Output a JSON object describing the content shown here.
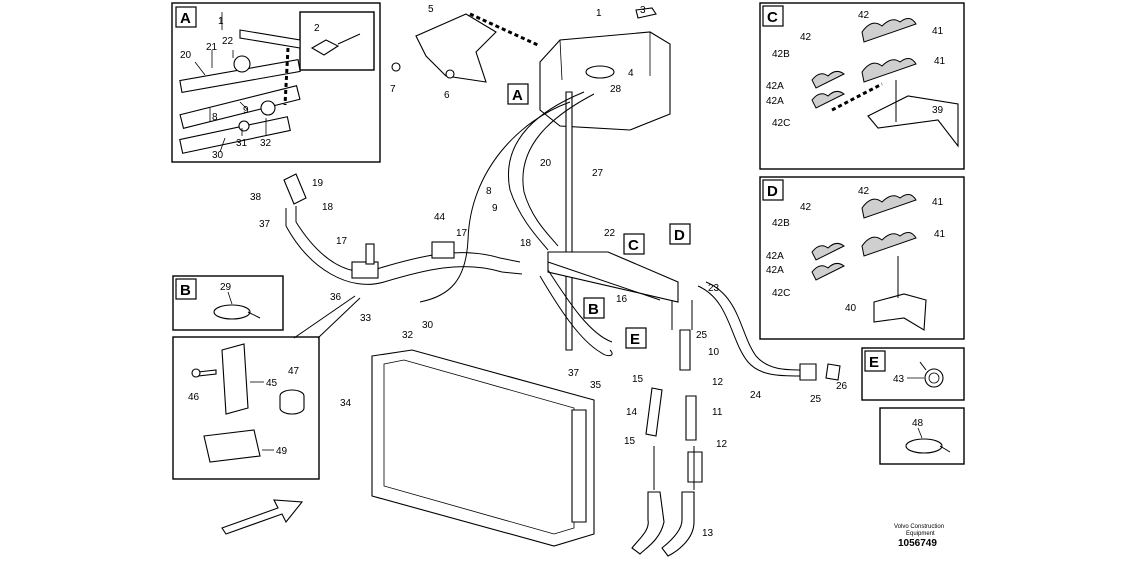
{
  "panels": {
    "A": {
      "tag": "A",
      "labels": [
        "1",
        "2",
        "20",
        "21",
        "22",
        "9",
        "8",
        "30",
        "31",
        "32"
      ]
    },
    "B": {
      "tag": "B",
      "labels": [
        "29"
      ]
    },
    "C": {
      "tag": "C",
      "labels": [
        "42",
        "41",
        "42",
        "42B",
        "41",
        "42A",
        "42A",
        "39",
        "42C"
      ]
    },
    "D": {
      "tag": "D",
      "labels": [
        "42",
        "41",
        "42",
        "42B",
        "41",
        "42A",
        "42A",
        "42C",
        "40"
      ]
    },
    "E": {
      "tag": "E",
      "labels": [
        "43"
      ]
    },
    "detail": {
      "labels": [
        "46",
        "45",
        "47",
        "49"
      ]
    },
    "detail48": {
      "labels": [
        "48"
      ]
    }
  },
  "callout_tags": [
    "A",
    "C",
    "B",
    "E",
    "D"
  ],
  "main_labels": [
    "5",
    "1",
    "3",
    "4",
    "28",
    "7",
    "6",
    "20",
    "27",
    "8",
    "9",
    "38",
    "19",
    "18",
    "37",
    "17",
    "44",
    "17",
    "22",
    "18",
    "16",
    "23",
    "25",
    "10",
    "12",
    "15",
    "14",
    "11",
    "15",
    "12",
    "13",
    "36",
    "33",
    "32",
    "30",
    "34",
    "37",
    "35",
    "24",
    "25",
    "26"
  ],
  "footer": {
    "line1": "Volvo Construction",
    "line2": "Equipment",
    "number": "1056749"
  }
}
